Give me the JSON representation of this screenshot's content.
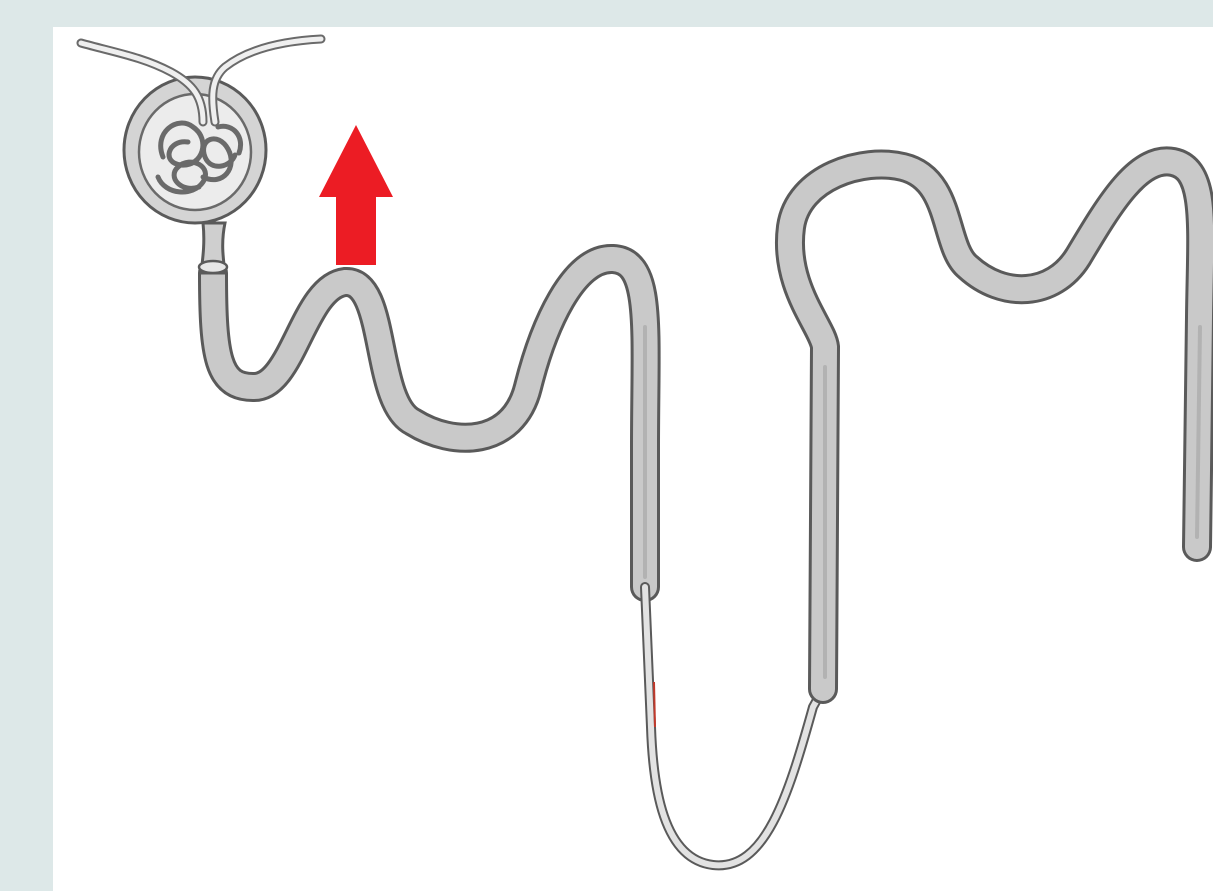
{
  "diagram": {
    "subject": "nephron",
    "parts": [
      {
        "id": "glomerulus",
        "kind": "capillary tuft"
      },
      {
        "id": "bowmans-capsule",
        "kind": "capsule"
      },
      {
        "id": "proximal-convoluted-tubule",
        "kind": "tubule"
      },
      {
        "id": "descending-limb",
        "kind": "tubule"
      },
      {
        "id": "loop-of-henle",
        "kind": "tubule"
      },
      {
        "id": "ascending-limb",
        "kind": "tubule"
      },
      {
        "id": "distal-convoluted-tubule",
        "kind": "tubule"
      }
    ],
    "indicator": {
      "shape": "arrow-up",
      "color": "#ec1c24",
      "points_to": "proximal-convoluted-tubule"
    }
  },
  "colors": {
    "backdrop": "#dde8e8",
    "panel": "#ffffff",
    "tube_outline": "#5a5a5a",
    "tube_fill": "#c9c9c9",
    "arrow": "#ec1c24"
  }
}
